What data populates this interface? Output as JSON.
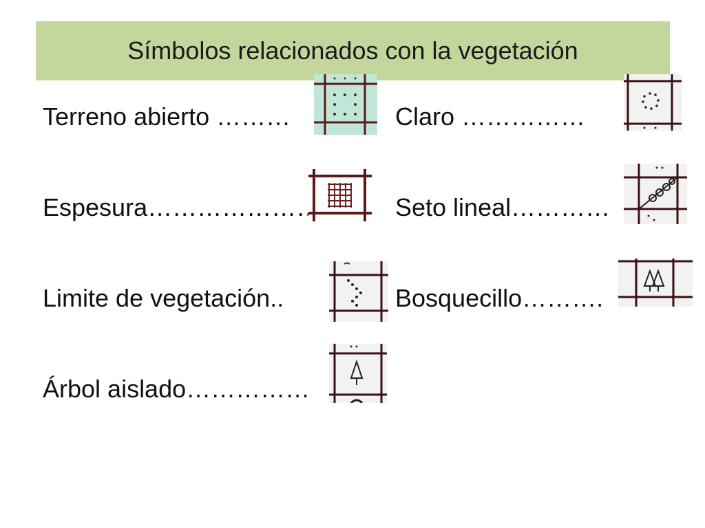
{
  "slide": {
    "title": "Símbolos relacionados con la vegetación"
  },
  "entries": [
    {
      "label": "Terreno abierto ………",
      "symbol": "open-terrain-symbol"
    },
    {
      "label": "Espesura…………………",
      "symbol": "thicket-symbol"
    },
    {
      "label": "Limite de vegetación..",
      "symbol": "vegetation-limit-symbol"
    },
    {
      "label": "Árbol aislado……………",
      "symbol": "isolated-tree-symbol"
    },
    {
      "label": "Claro ……………",
      "symbol": "clearing-symbol"
    },
    {
      "label": "Seto lineal…………",
      "symbol": "linear-hedge-symbol"
    },
    {
      "label": "Bosquecillo……….",
      "symbol": "copse-symbol"
    }
  ],
  "colors": {
    "title_bg": "#c3d69b",
    "symbol_line": "#5a1a1a",
    "open_terrain_bg": "#bfe6d6",
    "symbol_bg": "#f2f2f2"
  }
}
